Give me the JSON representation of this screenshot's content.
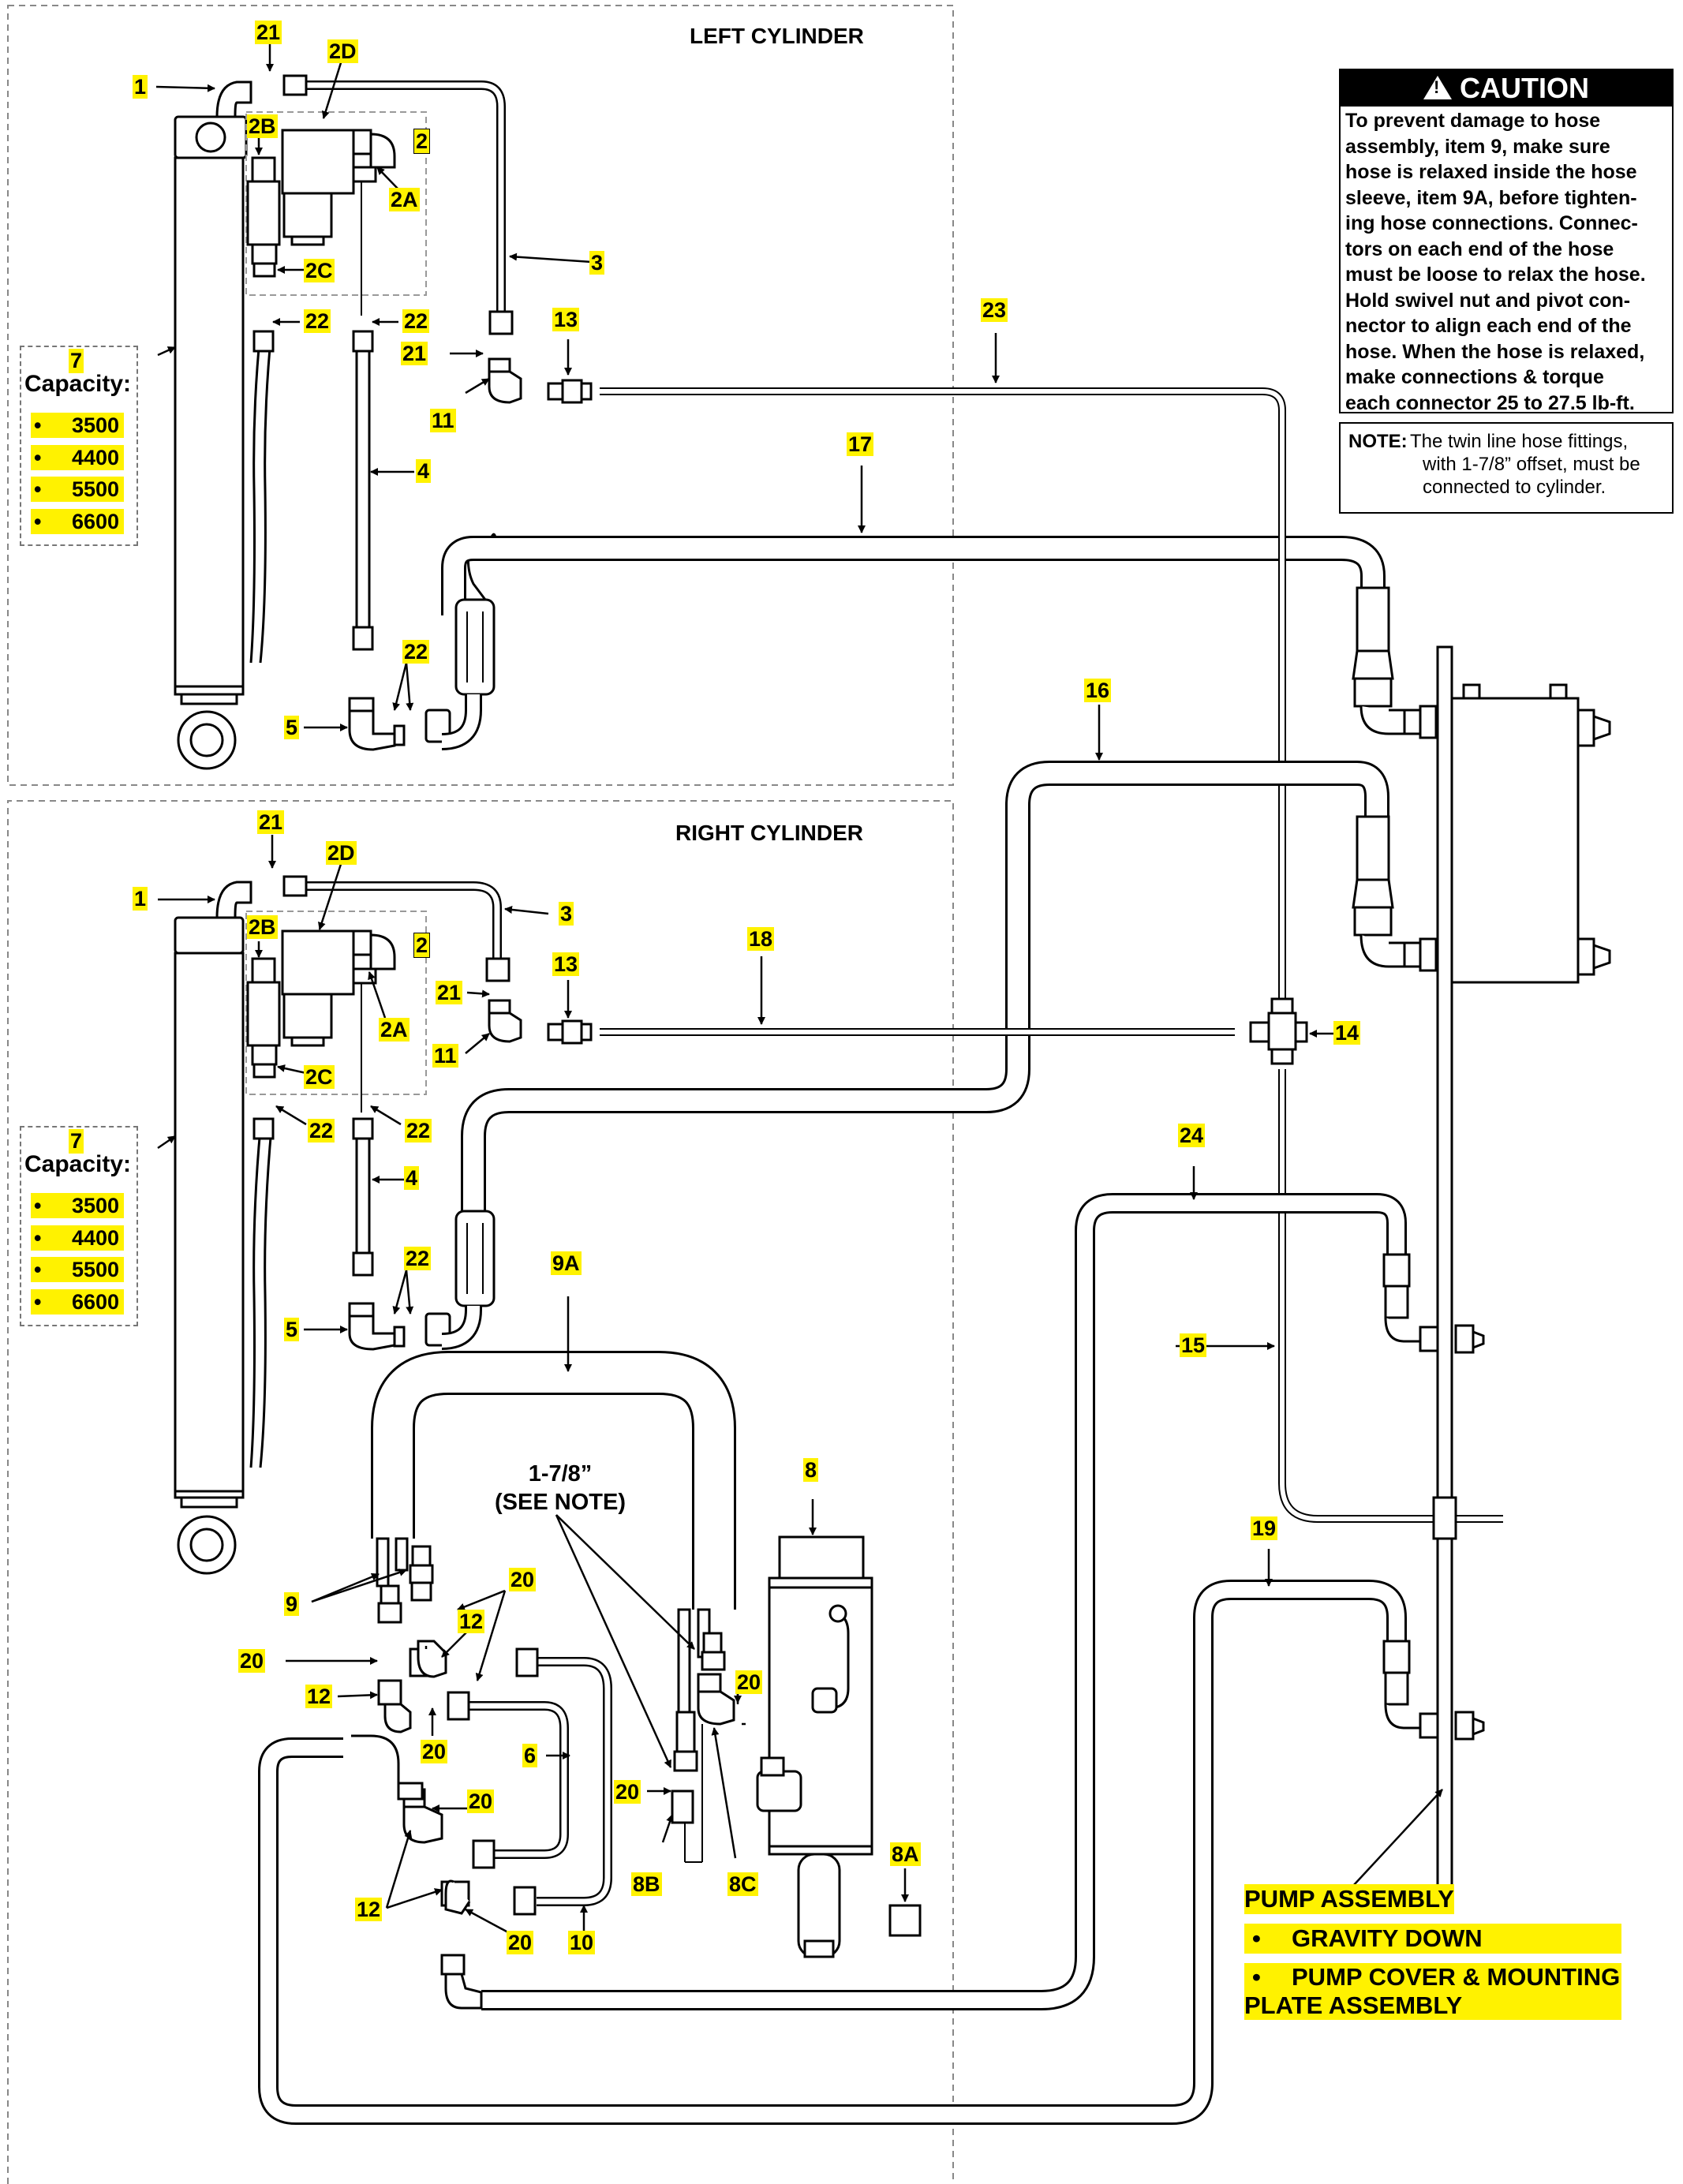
{
  "sections": {
    "left_title": "LEFT CYLINDER",
    "right_title": "RIGHT CYLINDER"
  },
  "capacity": {
    "item": "7",
    "label": "Capacity:",
    "bullet": "•",
    "values": [
      "3500",
      "4400",
      "5500",
      "6600"
    ]
  },
  "caution": {
    "icon": "warning-triangle-icon",
    "icon_glyph": "!",
    "title": "CAUTION",
    "lines": [
      "To prevent damage to hose",
      "assembly, item 9, make sure",
      "hose is relaxed inside the hose",
      "sleeve, item 9A, before tighten-",
      "ing hose connections. Connec-",
      "tors on each end of the hose",
      "must be loose to relax the hose.",
      "Hold swivel nut and pivot con-",
      "nector to align each end of the",
      "hose. When the hose is relaxed,",
      "make connections & torque",
      "each connector 25 to 27.5 lb-ft."
    ]
  },
  "note": {
    "label": "NOTE:",
    "lines": [
      "The twin line hose fittings,",
      "with 1-7/8” offset, must be",
      "connected to cylinder."
    ]
  },
  "offset": {
    "line1": "1-7/8”",
    "line2": "(SEE NOTE)"
  },
  "pump": {
    "title": "PUMP ASSEMBLY",
    "bullet": "•",
    "item1": "GRAVITY DOWN",
    "item2_line1": "PUMP COVER & MOUNTING",
    "item2_line2": "PLATE ASSEMBLY"
  },
  "callouts": {
    "c1": "1",
    "c21": "21",
    "c2D": "2D",
    "c2B": "2B",
    "c2": "2",
    "c2A": "2A",
    "c2C": "2C",
    "c3": "3",
    "c22": "22",
    "c4": "4",
    "c5": "5",
    "c11": "11",
    "c13": "13",
    "c23": "23",
    "c17": "17",
    "c16": "16",
    "c18": "18",
    "c14": "14",
    "c24": "24",
    "c15": "15",
    "c9A": "9A",
    "c8": "8",
    "c9": "9",
    "c20": "20",
    "c12": "12",
    "c6": "6",
    "c10": "10",
    "c8B": "8B",
    "c8C": "8C",
    "c8A": "8A",
    "c19": "19"
  },
  "colors": {
    "highlight": "#fff200",
    "line": "#000000",
    "dashed_border": "#777777"
  }
}
